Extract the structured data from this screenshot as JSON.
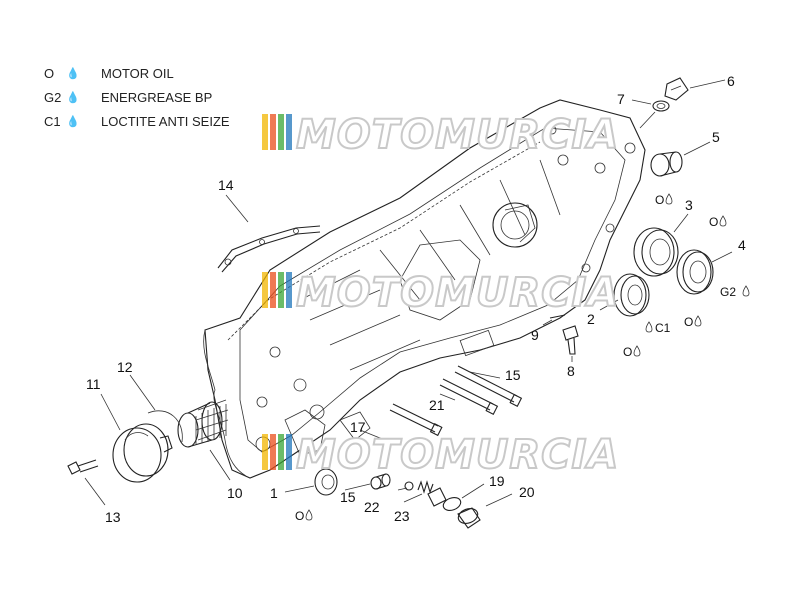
{
  "legend": [
    {
      "code": "O",
      "drop": "drop-icon",
      "text": "MOTOR OIL"
    },
    {
      "code": "G2",
      "drop": "drop-icon",
      "text": "ENERGREASE BP"
    },
    {
      "code": "C1",
      "drop": "drop-icon",
      "text": "LOCTITE ANTI SEIZE"
    }
  ],
  "watermark": {
    "text": "MOTOMURCIA",
    "colors": [
      "#f2b500",
      "#e94e1b",
      "#3aa535",
      "#1f75bb"
    ]
  },
  "callouts": {
    "n1": "1",
    "n2": "2",
    "n3": "3",
    "n4": "4",
    "n5": "5",
    "n6": "6",
    "n7": "7",
    "n8": "8",
    "n9": "9",
    "n10": "10",
    "n11": "11",
    "n12": "12",
    "n13": "13",
    "n14": "14",
    "n15a": "15",
    "n15b": "15",
    "n17": "17",
    "n19": "19",
    "n20": "20",
    "n21": "21",
    "n22": "22",
    "n23": "23"
  },
  "marks": {
    "oil": "O",
    "grease": "G2",
    "loctite": "C1"
  }
}
